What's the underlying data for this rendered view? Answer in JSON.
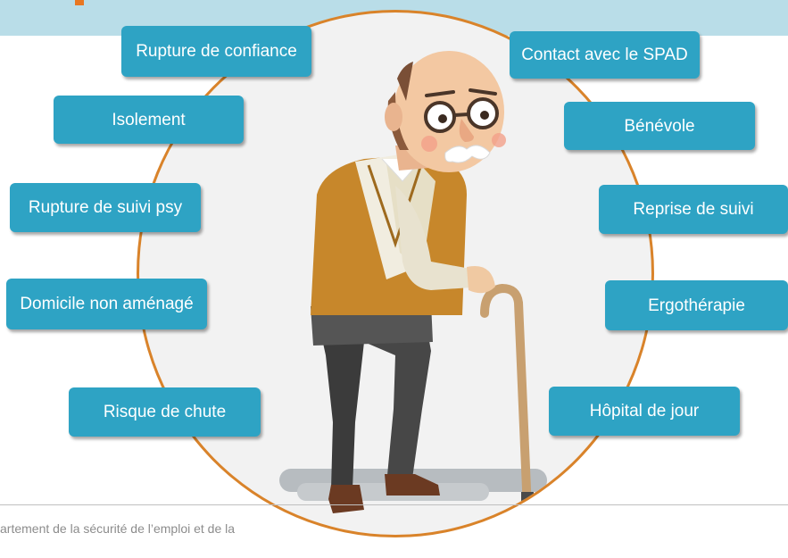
{
  "header": {
    "band_color": "#b9dde8",
    "accent_color": "#e87722"
  },
  "left_boxes": [
    {
      "label": "Rupture de confiance"
    },
    {
      "label": "Isolement"
    },
    {
      "label": "Rupture de suivi psy"
    },
    {
      "label": "Domicile non aménagé"
    },
    {
      "label": "Risque de chute"
    }
  ],
  "right_boxes": [
    {
      "label": "Contact avec le SPAD"
    },
    {
      "label": "Bénévole"
    },
    {
      "label": "Reprise de suivi"
    },
    {
      "label": "Ergothérapie"
    },
    {
      "label": "Hôpital de jour"
    }
  ],
  "footer": {
    "text": "artement de la sécurité de l’emploi et de la"
  },
  "colors": {
    "box_fill": "#2ea3c4",
    "circle_border": "#d9832a",
    "circle_fill": "#f2f2f2"
  },
  "illustration": {
    "icon": "elderly-man-with-cane-icon"
  }
}
